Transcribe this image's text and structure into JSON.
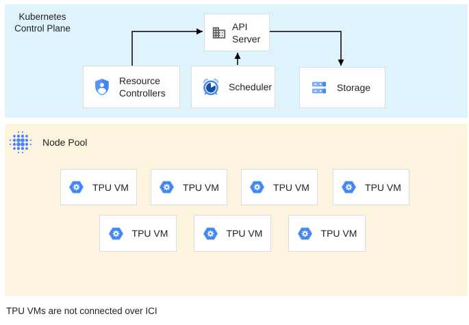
{
  "control_plane": {
    "title_line1": "Kubernetes",
    "title_line2": "Control Plane",
    "nodes": {
      "api_server": {
        "line1": "API",
        "line2": "Server",
        "icon": "building-icon"
      },
      "resource_controllers": {
        "line1": "Resource",
        "line2": "Controllers",
        "icon": "shield-person-icon"
      },
      "scheduler": {
        "label": "Scheduler",
        "icon": "alarm-clock-icon"
      },
      "storage": {
        "label": "Storage",
        "icon": "server-stack-icon"
      }
    },
    "connections": [
      {
        "from": "resource_controllers",
        "to": "api_server"
      },
      {
        "from": "scheduler",
        "to": "api_server"
      },
      {
        "from": "api_server",
        "to": "storage"
      }
    ]
  },
  "node_pool": {
    "title": "Node Pool",
    "icon": "dot-matrix-icon",
    "tpu_vm_label": "TPU VM",
    "tpu_vm_icon": "hexagon-gear-icon",
    "tpu_vm_count": 7
  },
  "caption": "TPU VMs are not connected over ICI",
  "colors": {
    "control_plane_bg": "#dff3fd",
    "node_pool_bg": "#fcf4df",
    "accent_blue": "#4285f4",
    "light_blue": "#9fc0f8",
    "dark_pie_blue": "#174ea6",
    "icon_gray": "#5f6368",
    "box_border": "#dadce0",
    "text": "#202124",
    "arrow": "#000000"
  }
}
